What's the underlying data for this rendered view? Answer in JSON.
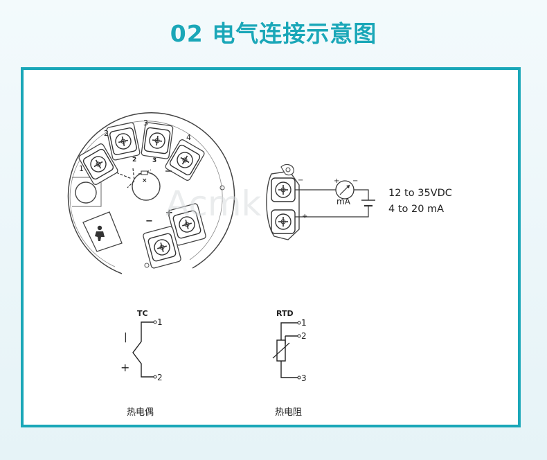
{
  "page": {
    "title": "02 电气连接示意图"
  },
  "head_terminals": {
    "t1": "1",
    "t2": "2",
    "t3": "3",
    "t4": "4",
    "inner2": "2",
    "inner3": "3",
    "minus": "−",
    "plus": "+",
    "watermark": "Acmk"
  },
  "supply": {
    "range_voltage": "12 to 35VDC",
    "range_current": "4 to 20 mA",
    "meter_unit": "mA",
    "meter_plus": "+",
    "meter_minus": "−",
    "terminal_plus": "+",
    "terminal_minus": "−"
  },
  "thermocouple": {
    "title": "TC",
    "pin1": "1",
    "pin2": "2",
    "minus_mark": "|",
    "plus_mark": "+",
    "caption": "热电偶"
  },
  "rtd": {
    "title": "RTD",
    "pin1": "1",
    "pin2": "2",
    "pin3": "3",
    "caption": "热电阻"
  }
}
